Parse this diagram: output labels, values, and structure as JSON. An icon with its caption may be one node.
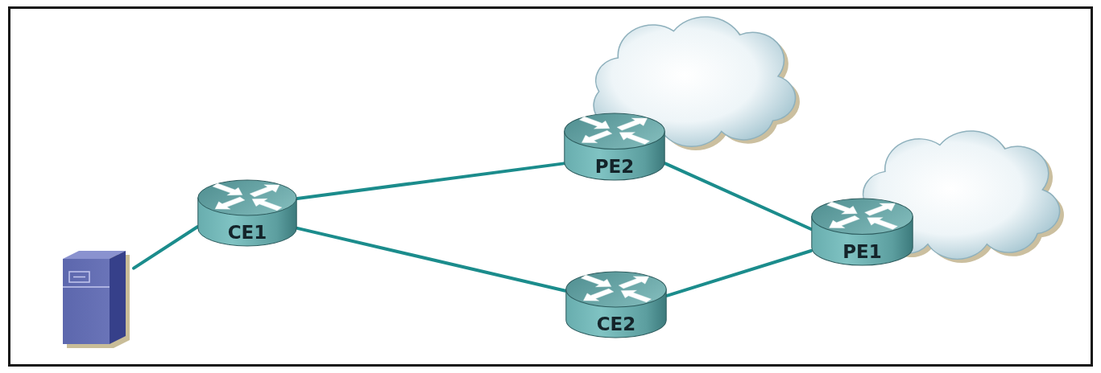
{
  "diagram": {
    "nodes": [
      {
        "text": [],
        "shape": "server"
      },
      {
        "text": [
          "CE1"
        ]
      },
      {
        "text": [
          "PE2"
        ]
      },
      {
        "text": [
          "CE2"
        ]
      },
      {
        "text": [
          "PE1"
        ]
      },
      {
        "text": [],
        "shape": "cloud"
      },
      {
        "text": [],
        "shape": "cloud"
      }
    ],
    "edges": [
      {
        "from": 0,
        "to": 1,
        "arrow": "none"
      },
      {
        "from": 1,
        "to": 2,
        "arrow": "none"
      },
      {
        "from": 1,
        "to": 3,
        "arrow": "none"
      },
      {
        "from": 2,
        "to": 4,
        "arrow": "none"
      },
      {
        "from": 3,
        "to": 4,
        "arrow": "none"
      }
    ]
  }
}
